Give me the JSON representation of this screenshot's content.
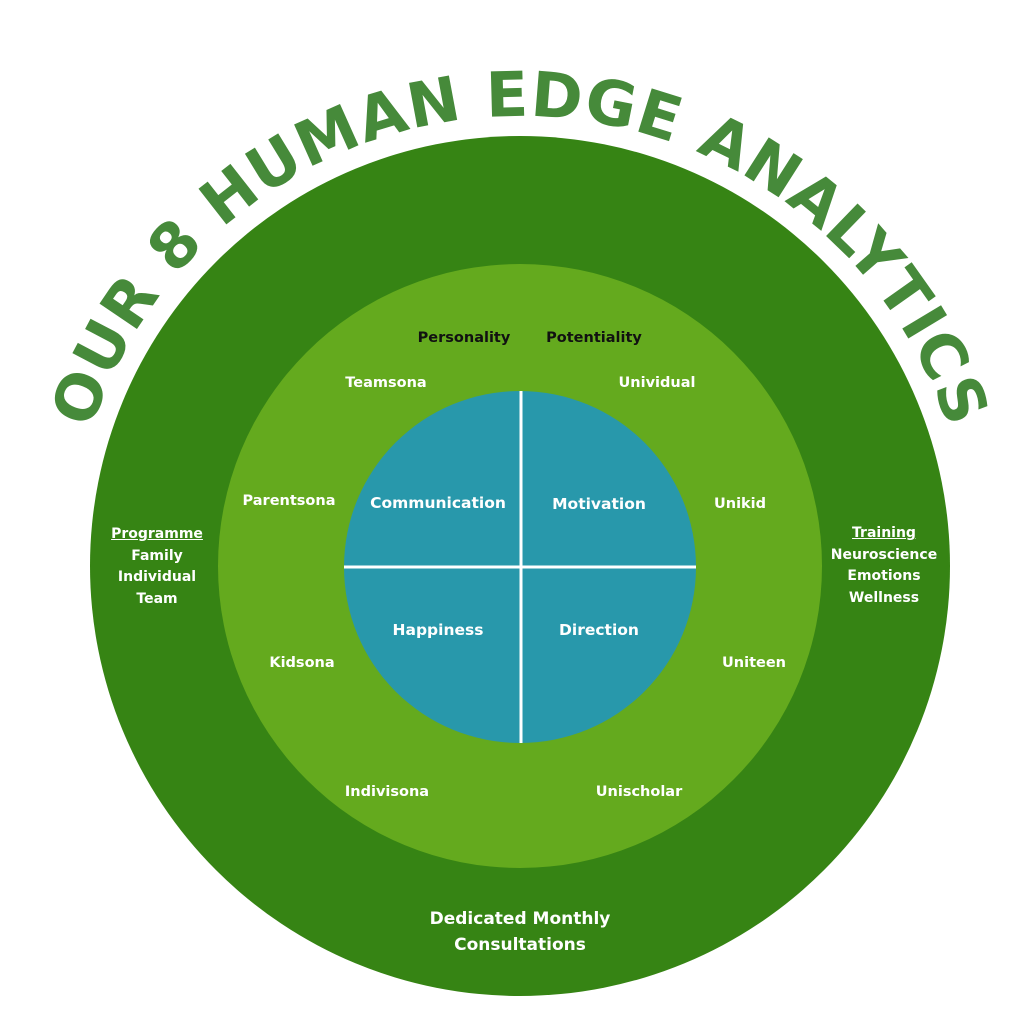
{
  "title": "OUR 8 HUMAN EDGE ANALYTICS",
  "colors": {
    "title": "#468a3a",
    "outer_ring": "#368414",
    "middle_ring": "#64aa1e",
    "core": "#2898ab",
    "divider": "#ffffff"
  },
  "columns": {
    "left_header": "Personality",
    "right_header": "Potentiality"
  },
  "personality_products": [
    "Teamsona",
    "Parentsona",
    "Kidsona",
    "Indivisona"
  ],
  "potentiality_products": [
    "Unividual",
    "Unikid",
    "Uniteen",
    "Unischolar"
  ],
  "core_quadrants": {
    "top_left": "Communication",
    "top_right": "Motivation",
    "bottom_left": "Happiness",
    "bottom_right": "Direction"
  },
  "programme": {
    "heading": "Programme",
    "items": [
      "Family",
      "Individual",
      "Team"
    ]
  },
  "training": {
    "heading": "Training",
    "items": [
      "Neuroscience",
      "Emotions",
      "Wellness"
    ]
  },
  "consultations": {
    "line1": "Dedicated Monthly",
    "line2": "Consultations"
  }
}
